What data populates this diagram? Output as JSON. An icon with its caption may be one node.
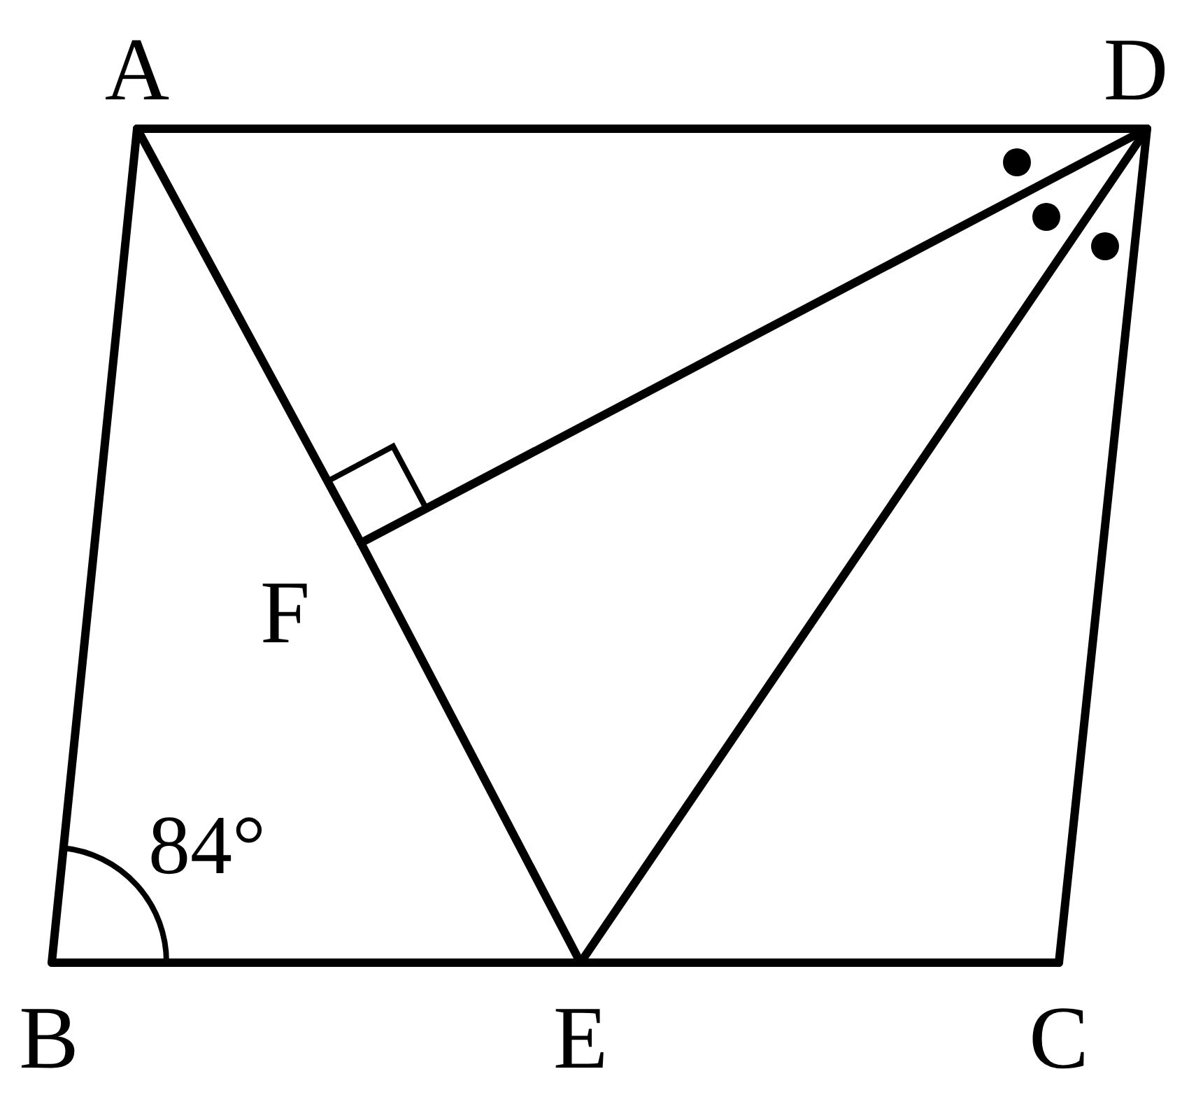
{
  "diagram": {
    "nodes": [
      {
        "text": [
          "A"
        ]
      },
      {
        "text": [
          "D"
        ]
      },
      {
        "text": [
          "F"
        ]
      },
      {
        "text": [
          "B"
        ]
      },
      {
        "text": [
          "E"
        ]
      },
      {
        "text": [
          "C"
        ]
      }
    ],
    "edges": [
      {
        "from": 0,
        "to": 1,
        "arrow": "none"
      },
      {
        "from": 0,
        "to": 3,
        "arrow": "none"
      },
      {
        "from": 3,
        "to": 4,
        "arrow": "none"
      },
      {
        "from": 4,
        "to": 5,
        "arrow": "none"
      },
      {
        "from": 1,
        "to": 5,
        "arrow": "none"
      },
      {
        "from": 0,
        "to": 2,
        "arrow": "none"
      },
      {
        "from": 2,
        "to": 4,
        "arrow": "none"
      },
      {
        "from": 1,
        "to": 2,
        "arrow": "none"
      },
      {
        "from": 1,
        "to": 4,
        "arrow": "none"
      }
    ],
    "labels": [
      "84°"
    ]
  }
}
